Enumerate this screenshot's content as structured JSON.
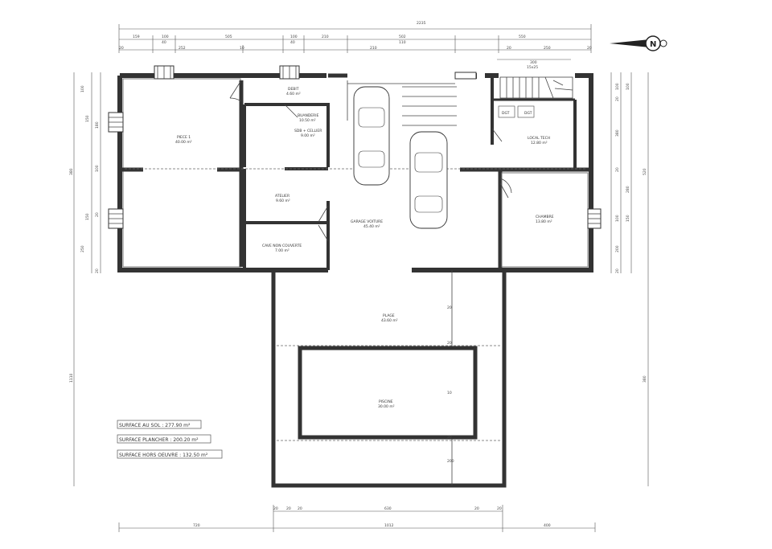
{
  "top_dimensions": {
    "total": "2235",
    "row1": [
      "159",
      "100",
      "505",
      "100",
      "210",
      "502",
      "550"
    ],
    "row1b": [
      "40",
      "40",
      "110"
    ],
    "row2": [
      "20",
      "252",
      "10",
      "210",
      "20",
      "250",
      "20"
    ],
    "stair": [
      "300",
      "15x25"
    ]
  },
  "bottom_dimensions": {
    "row1": [
      "20",
      "20",
      "20",
      "630",
      "20",
      "20"
    ],
    "row2": [
      "720",
      "1012",
      "400"
    ]
  },
  "left_dimensions": [
    "100",
    "150",
    "180",
    "380",
    "100",
    "150",
    "250",
    "20",
    "20",
    "1110"
  ],
  "right_dimensions": [
    "100",
    "100",
    "20",
    "380",
    "20",
    "280",
    "100",
    "150",
    "200",
    "20",
    "520",
    "380"
  ],
  "rooms": {
    "debit": {
      "name": "DEBIT",
      "area": "4.60 m²"
    },
    "buanderie": {
      "name": "BUANDERIE",
      "area": "10.50 m²"
    },
    "cellier_gainer": {
      "name": "SDB + CELLIER",
      "area": "9.00 m²"
    },
    "piece1": {
      "name": "PIECE 1",
      "area": "40.00 m²"
    },
    "atelier": {
      "name": "ATELIER",
      "area": "9.60 m²"
    },
    "garage": {
      "name": "GARAGE VOITURE",
      "area": "45.40 m²"
    },
    "cave": {
      "name": "CAVE NON COUVERTE",
      "area": "7.00 m²"
    },
    "dgt": {
      "name": "DGT",
      "area": ""
    },
    "dgt2": {
      "name": "DGT",
      "area": ""
    },
    "local": {
      "name": "LOCAL TECH",
      "area": "12.80 m²"
    },
    "chambre": {
      "name": "CHAMBRE",
      "area": "13.80 m²"
    },
    "terrasse": {
      "name": "PLAGE",
      "area": "43.60 m²"
    },
    "piscine": {
      "name": "PISCINE",
      "area": "30.00 m²"
    }
  },
  "pool_dims": [
    "20",
    "20",
    "10",
    "200",
    "20"
  ],
  "legend": {
    "line1": "SURFACE AU SOL : 277.90 m²",
    "line2": "SURFACE PLANCHER : 200.20 m²",
    "line3": "SURFACE HORS OEUVRE : 132.50 m²"
  },
  "north_arrow": {
    "letter": "N"
  },
  "colors": {
    "wall": "#333333",
    "line": "#444444",
    "background": "#ffffff"
  }
}
